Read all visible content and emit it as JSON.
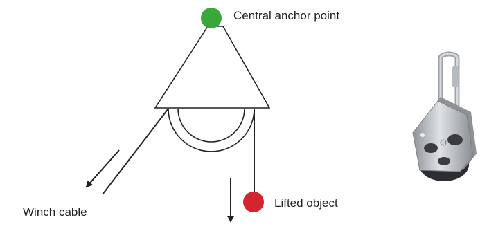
{
  "labels": {
    "anchor": "Central anchor point",
    "object": "Lifted object",
    "winch": "Winch cable"
  },
  "colors": {
    "anchor": "#3aa63c",
    "object": "#d42430",
    "stroke": "#222222",
    "metal": "#b9bcc0"
  },
  "icons": {
    "pulley_photo": "pulley-block-icon"
  }
}
